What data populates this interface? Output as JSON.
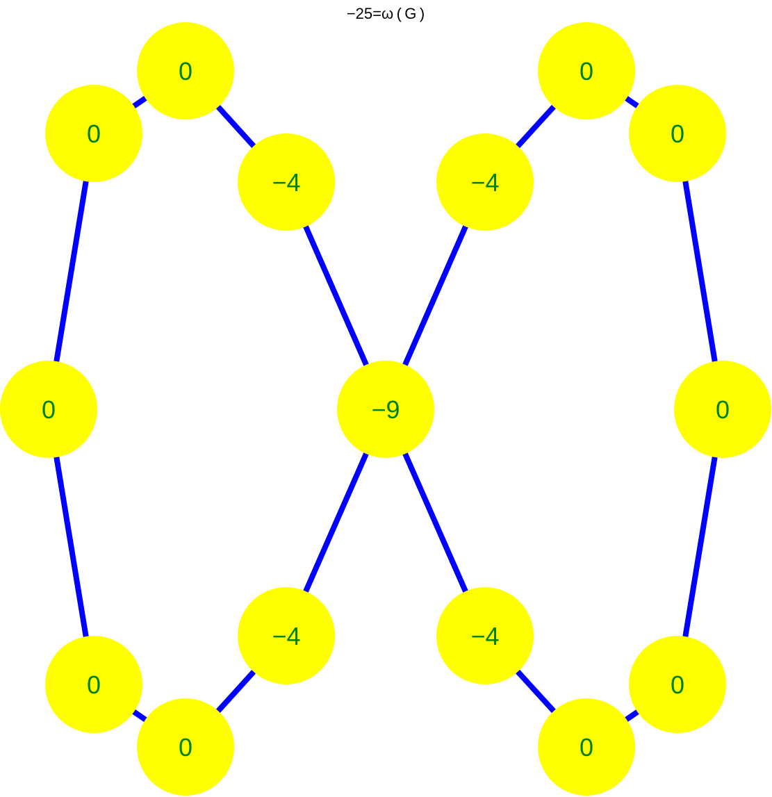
{
  "title": "−25=ω ( G )",
  "colors": {
    "node_fill": "#ffff00",
    "edge": "#0000ff",
    "label": "#008000",
    "title": "#000000"
  },
  "nodes": [
    {
      "id": "top-left-upper",
      "label": "0"
    },
    {
      "id": "top-left-lower",
      "label": "0"
    },
    {
      "id": "inner-top-left",
      "label": "−4"
    },
    {
      "id": "left-middle",
      "label": "0"
    },
    {
      "id": "center",
      "label": "−9"
    },
    {
      "id": "inner-bottom-left",
      "label": "−4"
    },
    {
      "id": "bottom-left-upper",
      "label": "0"
    },
    {
      "id": "bottom-left-lower",
      "label": "0"
    },
    {
      "id": "top-right-upper",
      "label": "0"
    },
    {
      "id": "top-right-lower",
      "label": "0"
    },
    {
      "id": "inner-top-right",
      "label": "−4"
    },
    {
      "id": "right-middle",
      "label": "0"
    },
    {
      "id": "inner-bottom-right",
      "label": "−4"
    },
    {
      "id": "bottom-right-upper",
      "label": "0"
    },
    {
      "id": "bottom-right-lower",
      "label": "0"
    }
  ],
  "edges": [
    [
      "top-left-upper",
      "top-left-lower"
    ],
    [
      "top-left-upper",
      "inner-top-left"
    ],
    [
      "inner-top-left",
      "center"
    ],
    [
      "top-left-lower",
      "left-middle"
    ],
    [
      "left-middle",
      "bottom-left-upper"
    ],
    [
      "bottom-left-upper",
      "bottom-left-lower"
    ],
    [
      "bottom-left-lower",
      "inner-bottom-left"
    ],
    [
      "inner-bottom-left",
      "center"
    ],
    [
      "top-right-upper",
      "top-right-lower"
    ],
    [
      "top-right-upper",
      "inner-top-right"
    ],
    [
      "inner-top-right",
      "center"
    ],
    [
      "top-right-lower",
      "right-middle"
    ],
    [
      "right-middle",
      "bottom-right-upper"
    ],
    [
      "bottom-right-upper",
      "bottom-right-lower"
    ],
    [
      "bottom-right-lower",
      "inner-bottom-right"
    ],
    [
      "inner-bottom-right",
      "center"
    ]
  ]
}
